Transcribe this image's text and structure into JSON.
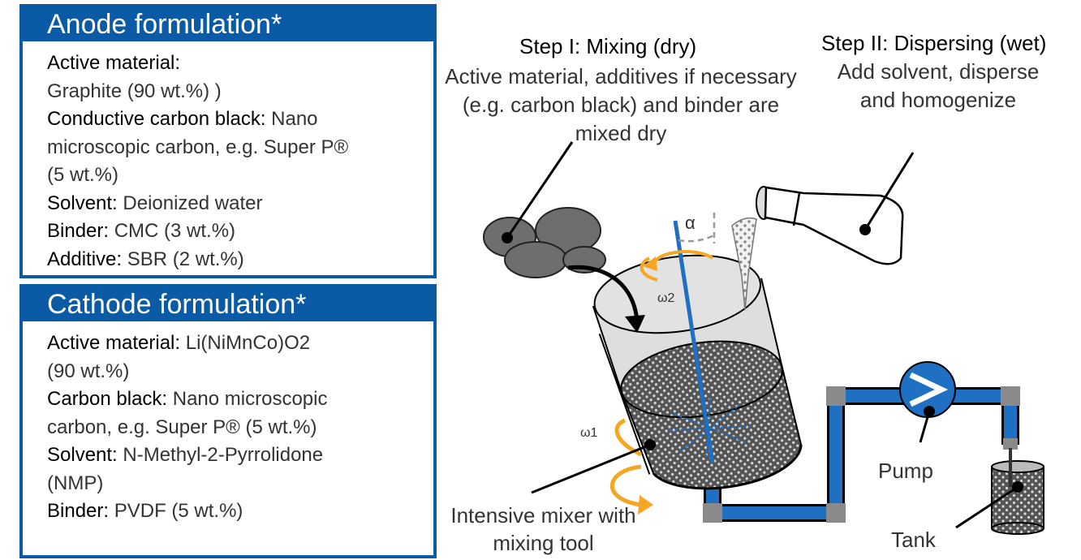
{
  "anode": {
    "title": "Anode formulation*",
    "lines": [
      {
        "k": "Active material:",
        "v": ""
      },
      {
        "k": "",
        "v": "Graphite (90 wt.%) )"
      },
      {
        "k": "Conductive carbon black:",
        "v": " Nano"
      },
      {
        "k": "",
        "v": "microscopic carbon, e.g. Super P®"
      },
      {
        "k": "",
        "v": "(5 wt.%)"
      },
      {
        "k": "Solvent:",
        "v": " Deionized water"
      },
      {
        "k": "Binder:",
        "v": " CMC (3 wt.%)"
      },
      {
        "k": "Additive:",
        "v": " SBR (2 wt.%)"
      }
    ]
  },
  "cathode": {
    "title": "Cathode formulation*",
    "lines": [
      {
        "k": "Active material:",
        "v": " Li(NiMnCo)O2"
      },
      {
        "k": "",
        "v": "(90 wt.%)"
      },
      {
        "k": "Carbon black:",
        "v": " Nano microscopic"
      },
      {
        "k": "",
        "v": "carbon, e.g. Super P® (5 wt.%)"
      },
      {
        "k": "Solvent:",
        "v": " N-Methyl-2-Pyrrolidone"
      },
      {
        "k": "",
        "v": "(NMP)"
      },
      {
        "k": "Binder:",
        "v": " PVDF (5 wt.%)"
      }
    ]
  },
  "step1": {
    "title": "Step I: Mixing (dry)",
    "desc": [
      "Active material, additives if necessary",
      "(e.g. carbon black) and binder are",
      "mixed dry"
    ]
  },
  "step2": {
    "title": "Step II: Dispersing (wet)",
    "desc": [
      "Add solvent, disperse",
      "and homogenize"
    ]
  },
  "labels": {
    "alpha": "α",
    "omega2": "ω2",
    "omega1": "ω1",
    "mixer": [
      "Intensive mixer with",
      "mixing tool"
    ],
    "pump": "Pump",
    "tank": "Tank"
  },
  "colors": {
    "panel_blue": "#0b5aa6",
    "pipe_blue": "#1f6fc2",
    "arrow_orange": "#f5a623",
    "material_gray": "#6e6e6e"
  }
}
